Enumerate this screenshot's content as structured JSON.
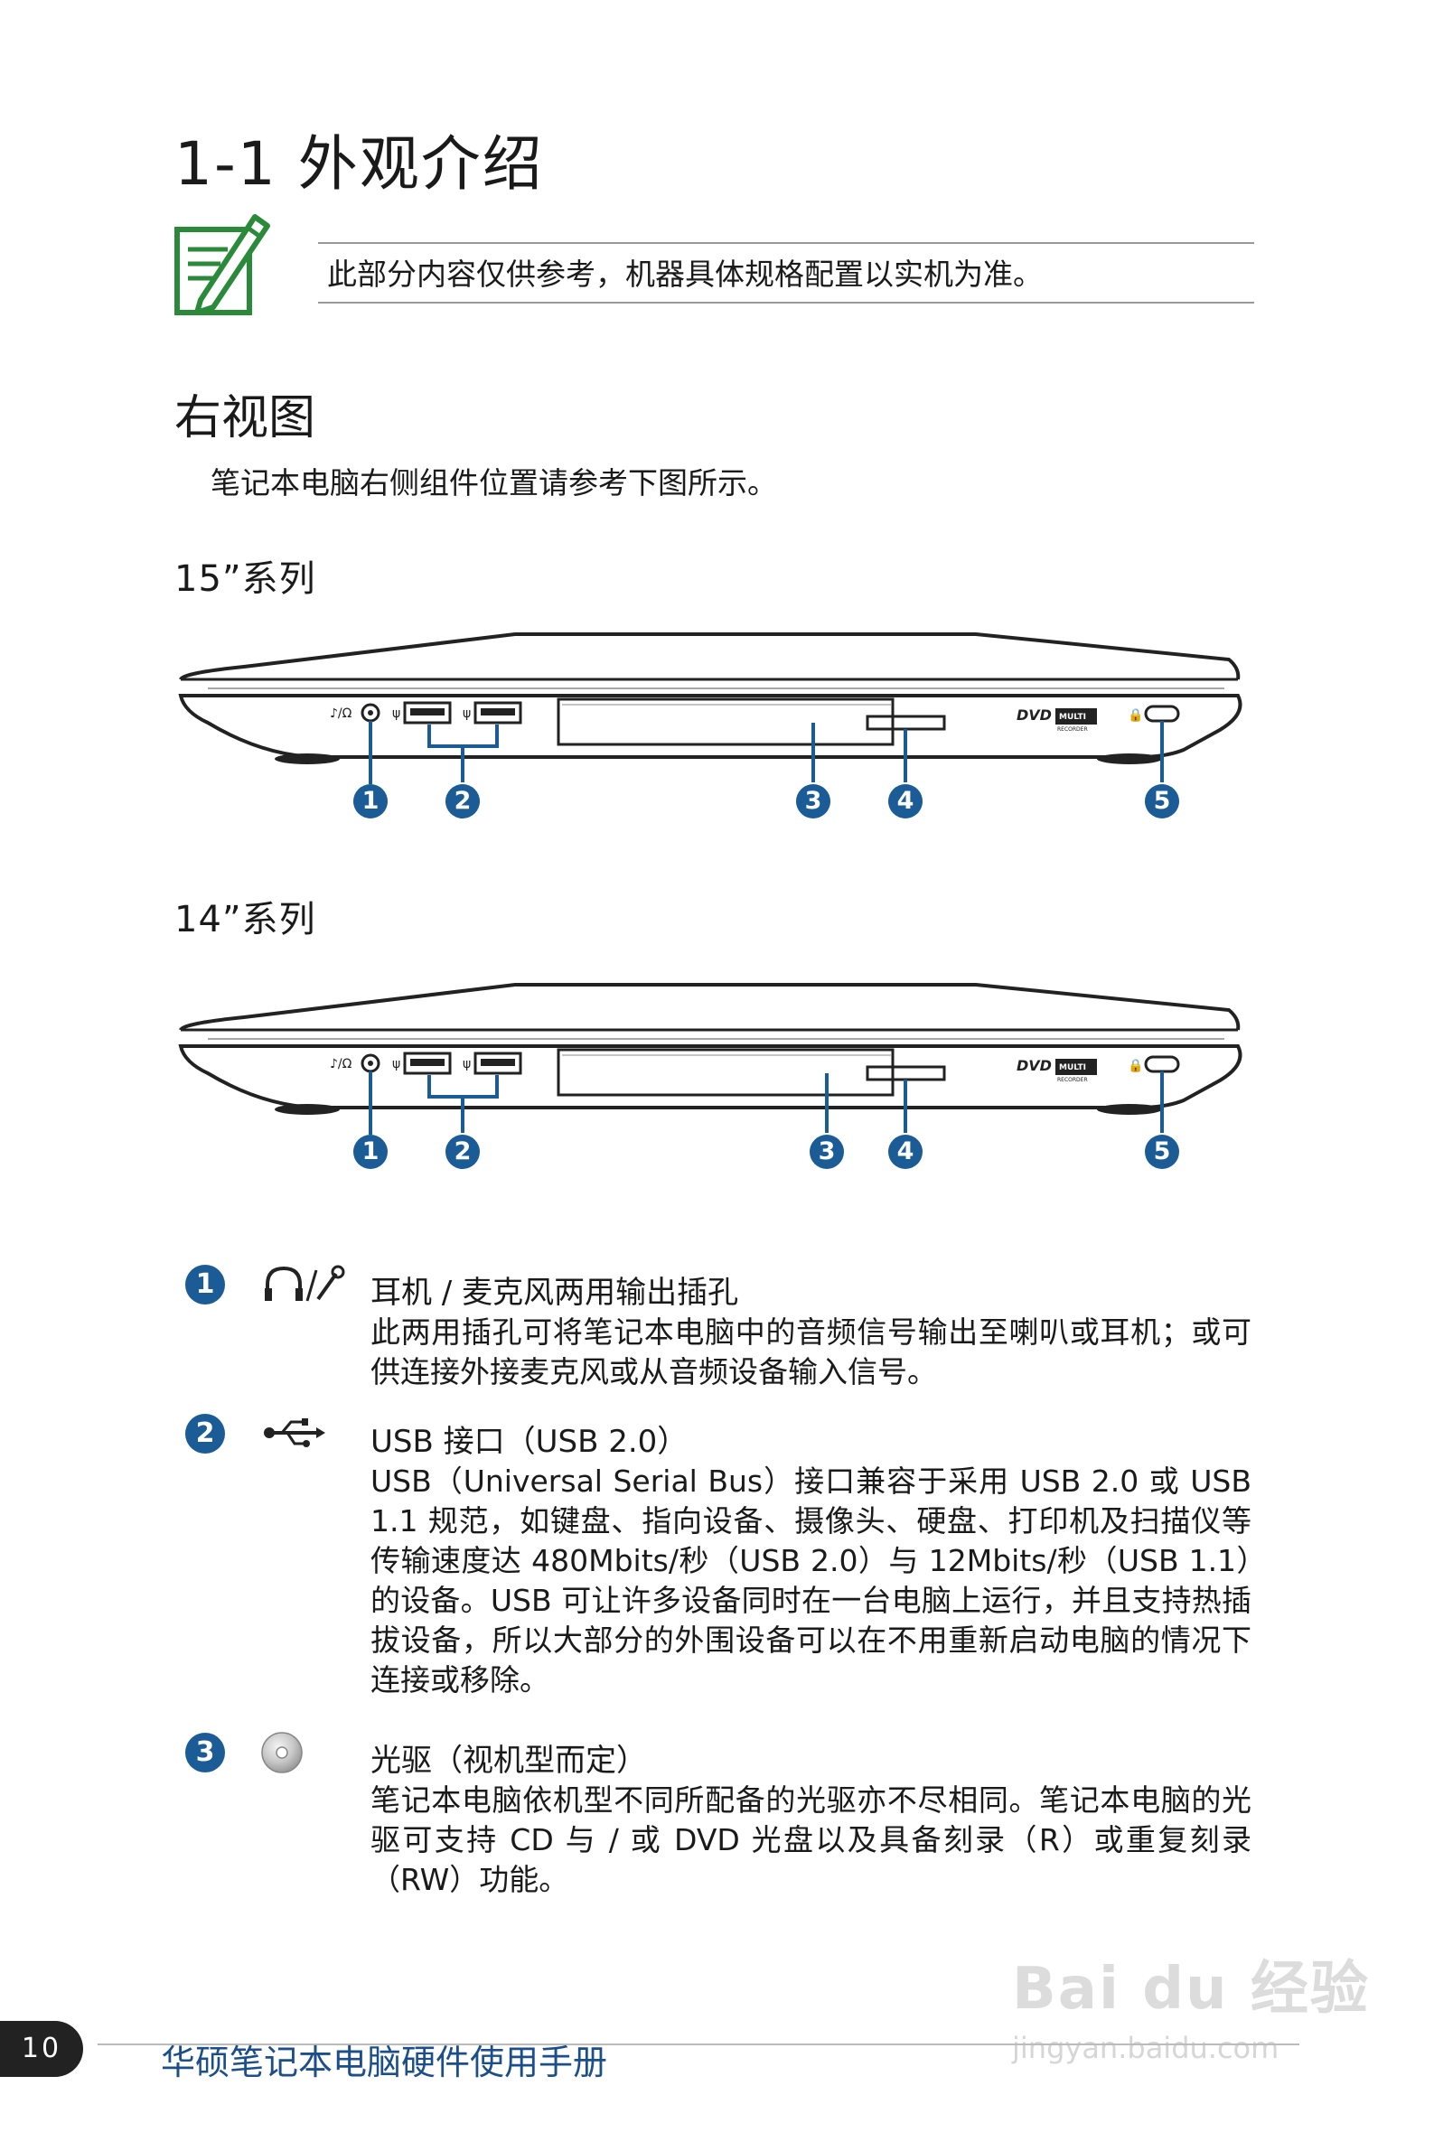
{
  "page": {
    "title": "1-1 外观介绍",
    "note": "此部分内容仅供参考，机器具体规格配置以实机为准。",
    "section_title": "右视图",
    "intro": "笔记本电脑右侧组件位置请参考下图所示。",
    "series_15": "15”系列",
    "series_14": "14”系列"
  },
  "diagram": {
    "callouts": [
      "1",
      "2",
      "3",
      "4",
      "5"
    ],
    "dvd_label": "DVD",
    "multi_label": "MULTI",
    "recorder_label": "RECORDER"
  },
  "items": [
    {
      "num": "1",
      "icon": "headphone-mic-icon",
      "title": "耳机 / 麦克风两用输出插孔",
      "desc": "此两用插孔可将笔记本电脑中的音频信号输出至喇叭或耳机；或可供连接外接麦克风或从音频设备输入信号。"
    },
    {
      "num": "2",
      "icon": "usb-icon",
      "title": "USB 接口（USB 2.0）",
      "desc": "USB（Universal Serial Bus）接口兼容于采用 USB 2.0 或 USB 1.1 规范，如键盘、指向设备、摄像头、硬盘、打印机及扫描仪等传输速度达 480Mbits/秒（USB 2.0）与 12Mbits/秒（USB 1.1）的设备。USB 可让许多设备同时在一台电脑上运行，并且支持热插拔设备，所以大部分的外围设备可以在不用重新启动电脑的情况下连接或移除。"
    },
    {
      "num": "3",
      "icon": "optical-disc-icon",
      "title": "光驱（视机型而定）",
      "desc": "笔记本电脑依机型不同所配备的光驱亦不尽相同。笔记本电脑的光驱可支持 CD 与 / 或 DVD 光盘以及具备刻录（R）或重复刻录（RW）功能。"
    }
  ],
  "footer": {
    "page_number": "10",
    "manual_title": "华硕笔记本电脑硬件使用手册"
  },
  "watermark": {
    "brand": "Bai du 经验",
    "url": "jingyan.baidu.com"
  }
}
